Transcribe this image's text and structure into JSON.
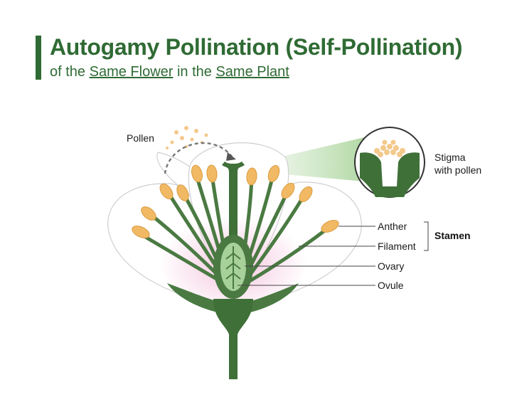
{
  "title": "Autogamy Pollination (Self-Pollination)",
  "subtitle": {
    "prefix": "of the ",
    "flower": "Same Flower",
    "middle": " in the ",
    "plant": "Same Plant"
  },
  "labels": {
    "pollen": "Pollen",
    "stigma_line1": "Stigma",
    "stigma_line2": "with pollen",
    "anther": "Anther",
    "filament": "Filament",
    "stamen": "Stamen",
    "ovary": "Ovary",
    "ovule": "Ovule"
  },
  "colors": {
    "brand_green": "#2f6b34",
    "stem_green": "#4a7a42",
    "anther": "#f2b964",
    "pollen": "#f4c98c",
    "petal_pink": "#f2bcd8"
  }
}
